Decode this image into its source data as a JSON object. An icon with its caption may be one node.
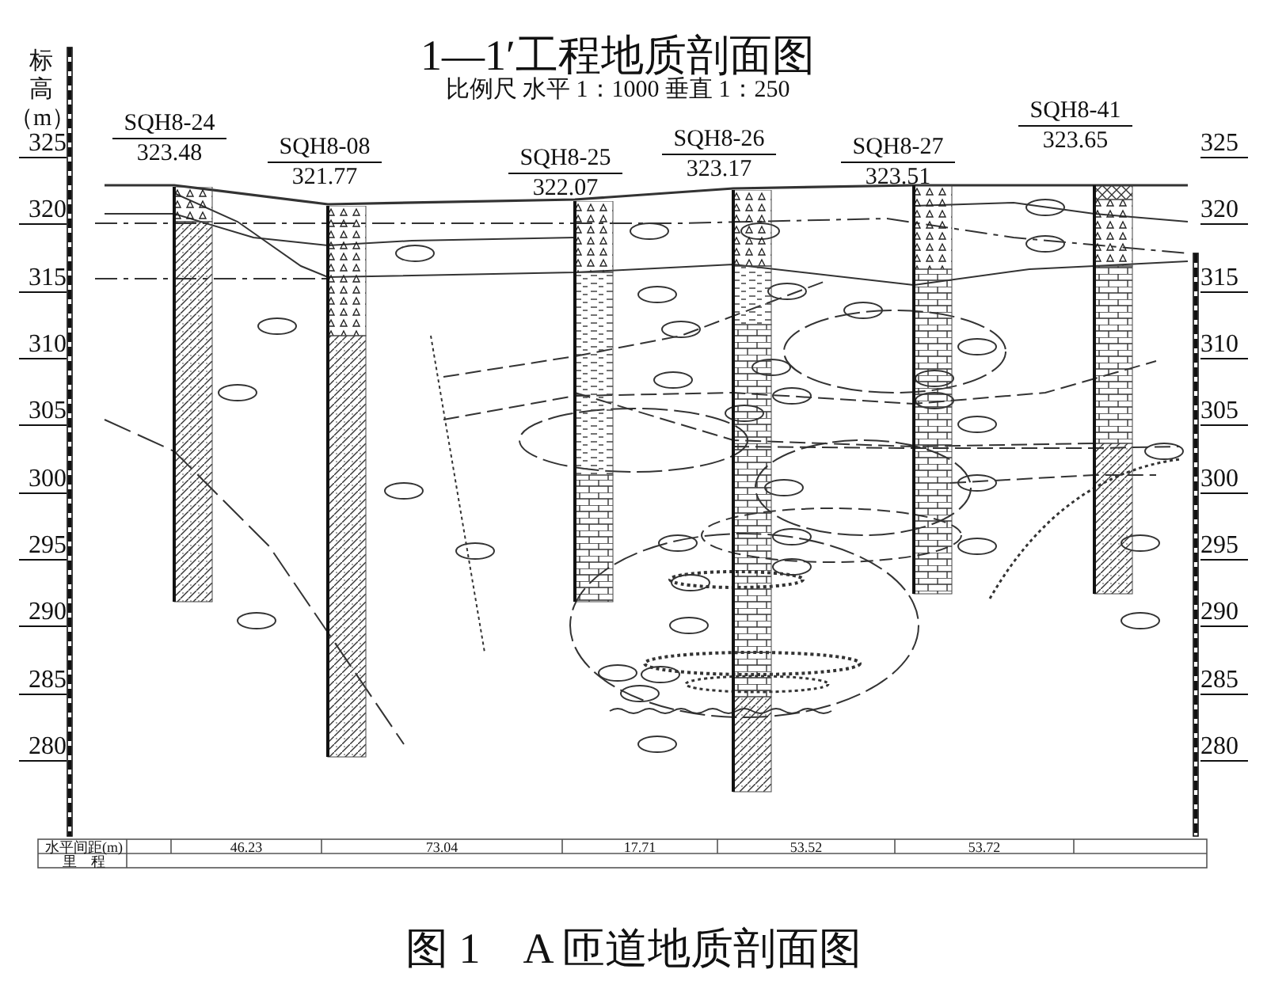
{
  "diagram": {
    "title": "1—1′工程地质剖面图",
    "caption": "图 1　A 匝道地质剖面图",
    "nodes": [
      {
        "text": [
          "SQH8-24",
          "323.48"
        ]
      },
      {
        "text": [
          "SQH8-08",
          "321.77"
        ]
      },
      {
        "text": [
          "SQH8-25",
          "322.07"
        ]
      },
      {
        "text": [
          "SQH8-26",
          "323.17"
        ]
      },
      {
        "text": [
          "SQH8-27",
          "323.51"
        ]
      },
      {
        "text": [
          "SQH8-41",
          "323.65"
        ]
      }
    ],
    "edges": [],
    "labels": [
      "比例尺 水平 1：1000 垂直 1：250",
      "标高（m）",
      "325",
      "320",
      "315",
      "310",
      "305",
      "300",
      "295",
      "290",
      "285",
      "280",
      "325",
      "320",
      "315",
      "310",
      "305",
      "300",
      "295",
      "290",
      "285",
      "280",
      "水平间距(m)",
      "46.23",
      "73.04",
      "17.71",
      "53.52",
      "53.72",
      "里　程"
    ]
  }
}
